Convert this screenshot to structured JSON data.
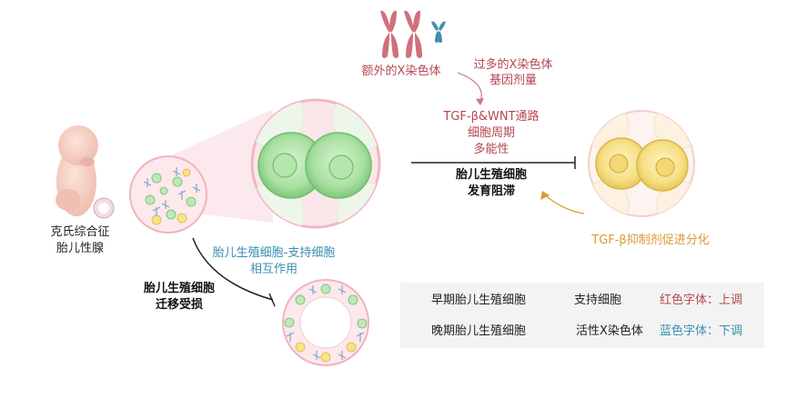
{
  "labels": {
    "extra_x": "额外的X染色体",
    "dosage_line1": "过多的X染色体",
    "dosage_line2": "基因剂量",
    "pathway_line1": "TGF-β&WNT通路",
    "pathway_line2": "细胞周期",
    "pathway_line3": "多能性",
    "arrest_line1": "胎儿生殖细胞",
    "arrest_line2": "发育阻滞",
    "inhibitor": "TGF-β抑制剂促进分化",
    "klinefelter_line1": "克氏综合征",
    "klinefelter_line2": "胎儿性腺",
    "interaction_line1": "胎儿生殖细胞-支持细胞",
    "interaction_line2": "相互作用",
    "migration_line1": "胎儿生殖细胞",
    "migration_line2": "迁移受损"
  },
  "legend": {
    "early": "早期胎儿生殖细胞",
    "sertoli": "支持细胞",
    "red_font": "红色字体：上调",
    "late": "晚期胎儿生殖细胞",
    "active_x": "活性X染色体",
    "blue_font": "蓝色字体：下调"
  },
  "colors": {
    "upregulated_red": "#b5474f",
    "downregulated_blue": "#3a8fb3",
    "inhibitor_orange": "#d99a33",
    "chromosome_pink": "#d0707a",
    "chromosome_blue": "#3d8fb0",
    "early_cell_green": "#8fd48f",
    "late_cell_yellow": "#f2d66a"
  },
  "icons": [
    "chromosome-icon",
    "fetus-icon",
    "sertoli-cell-icon",
    "early-germ-cell-icon",
    "late-germ-cell-icon"
  ]
}
